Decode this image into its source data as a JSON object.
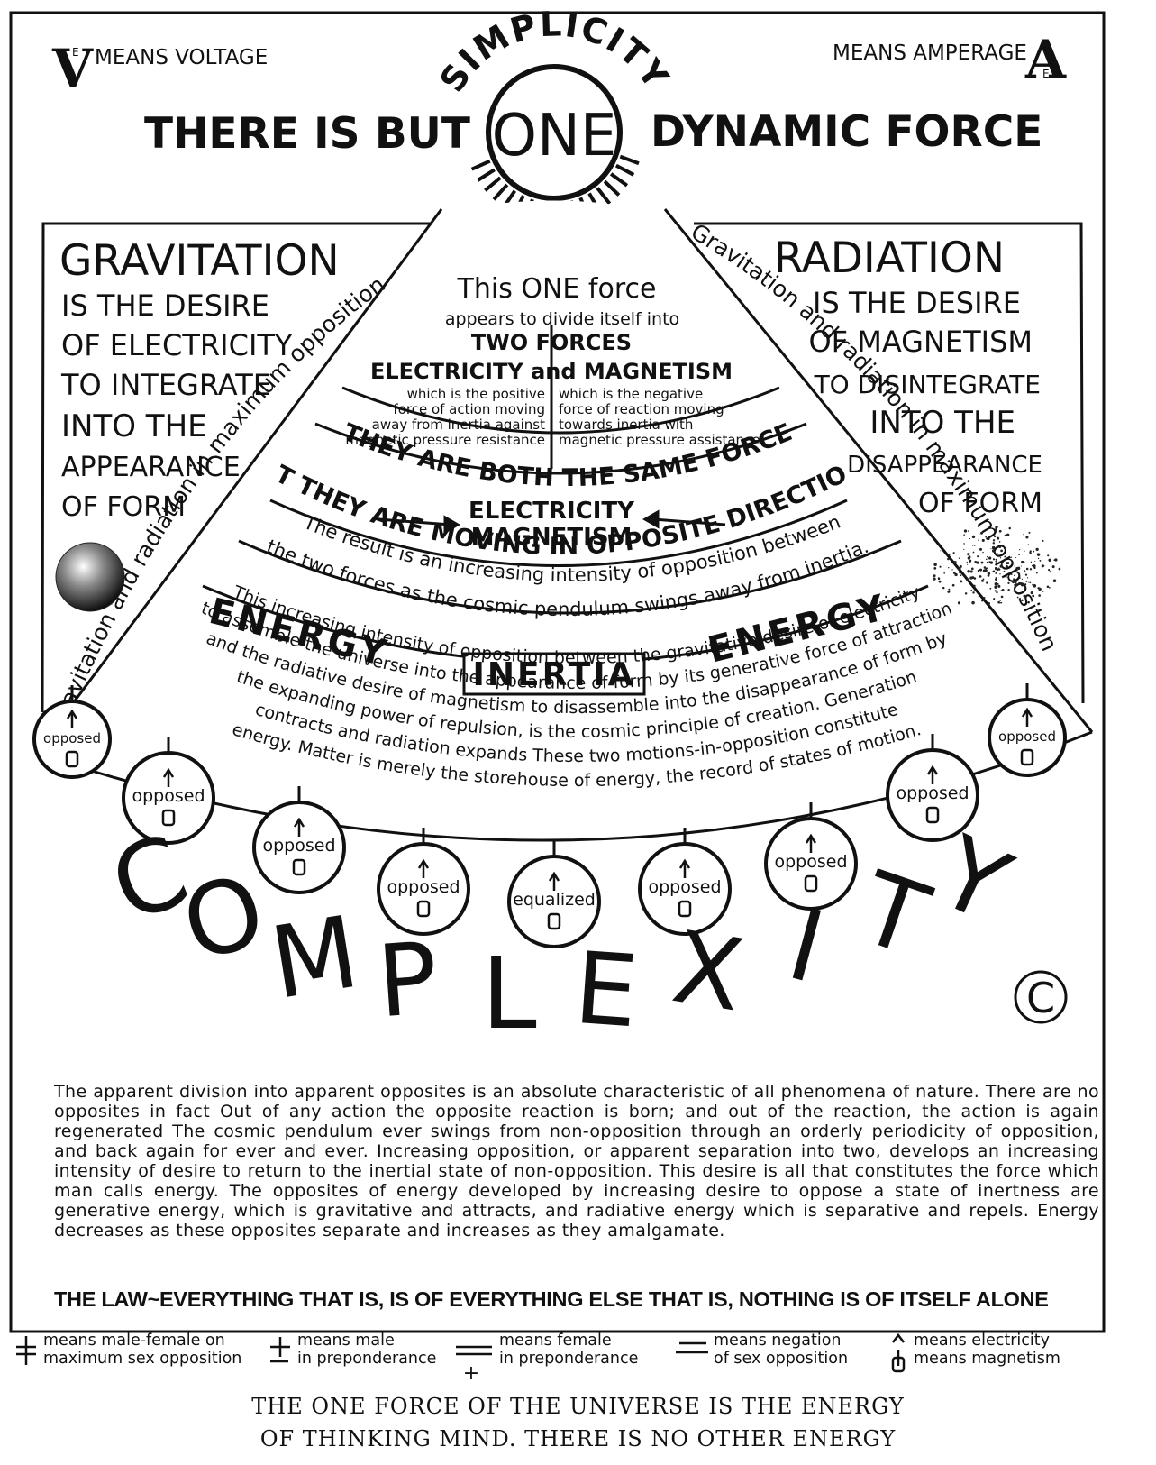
{
  "header": {
    "voltage_key": "MEANS VOLTAGE",
    "amperage_key": "MEANS AMPERAGE",
    "simplicity": "SIMPLICITY",
    "left_phrase": "THERE IS BUT",
    "one": "ONE",
    "right_phrase": "DYNAMIC FORCE"
  },
  "gravitation": {
    "title": "GRAVITATION",
    "lines": [
      "IS THE DESIRE",
      "OF ELECTRICITY",
      "TO INTEGRATE",
      "INTO THE",
      "APPEARANCE",
      "OF FORM"
    ]
  },
  "radiation": {
    "title": "RADIATION",
    "lines": [
      "IS THE DESIRE",
      "OF MAGNETISM",
      "TO DISINTEGRATE",
      "INTO THE",
      "DISAPPEARANCE",
      "OF FORM"
    ]
  },
  "fan": {
    "left_edge": "Gravitation and radiation in maximum opposition",
    "right_edge": "Gravitation and radiation in maximum opposition",
    "line1": "This ONE force",
    "line2": "appears to divide itself into",
    "line3": "TWO     FORCES",
    "line4": "ELECTRICITY and MAGNETISM",
    "left_desc": [
      "which is the positive",
      "force of action moving",
      "away from inertia against",
      "magnetic pressure resistance"
    ],
    "right_desc": [
      "which is the negative",
      "force of reaction moving",
      "towards inertia with",
      "magnetic pressure assistance"
    ],
    "same_force": "THEY ARE BOTH THE SAME FORCE",
    "electricity": "ELECTRICITY",
    "magnetism": "MAGNETISM",
    "opposite": "BUT THEY ARE MOVING IN OPPOSITE DIRECTIONS",
    "result1": "The result is an increasing intensity of opposition between",
    "result2": "the two forces as the cosmic pendulum swings away from inertia.",
    "energy_left": "ENERGY",
    "inertia": "INERTIA",
    "energy_right": "ENERGY",
    "para_lines": [
      "This increasing intensity of opposition between the gravitative desire of electricity",
      "to assemble the universe into the appearance of form by its generative force of attraction",
      "and the radiative desire of magnetism to disassemble into the disappearance of form by",
      "the expanding power of repulsion, is the cosmic principle of creation. Generation",
      "contracts and radiation expands  These two motions-in-opposition constitute",
      "energy. Matter is merely the storehouse of energy, the record of states of motion."
    ]
  },
  "pendulums": [
    "opposed",
    "opposed",
    "opposed",
    "opposed",
    "equalized",
    "opposed",
    "opposed",
    "opposed",
    "opposed"
  ],
  "complexity": "COMPLEXITY",
  "copyright": "©",
  "paragraph": "The apparent division into apparent opposites is an absolute characteristic of all phenomena of nature. There are no opposites in fact Out of any action the opposite reaction is born; and out of the reaction, the action is again regenerated The cosmic pendulum ever swings from non-opposition through an orderly periodicity of opposition, and back again for ever and ever. Increasing opposition, or apparent separation into two, develops an increasing intensity of desire to return to the inertial state of non-opposition. This desire is all that constitutes the force which man calls energy. The opposites of energy developed by increasing desire to oppose a state of inertness are generative energy, which is gravitative and attracts, and radiative energy which is separative and repels. Energy decreases as these opposites separate and increases as they amalgamate.",
  "law": "THE LAW~EVERYTHING THAT IS, IS OF EVERYTHING ELSE THAT IS, NOTHING IS OF ITSELF ALONE",
  "legend": [
    {
      "line1": "means male-female on",
      "line2": "maximum sex opposition"
    },
    {
      "line1": "means male",
      "line2": "in preponderance"
    },
    {
      "line1": "means female",
      "line2": "in preponderance"
    },
    {
      "line1": "means negation",
      "line2": "of sex opposition"
    },
    {
      "line1": "means electricity",
      "line2": "means magnetism"
    }
  ],
  "caption": {
    "line1": "THE ONE FORCE OF THE UNIVERSE IS THE ENERGY",
    "line2": "OF THINKING MIND. THERE IS NO OTHER ENERGY"
  }
}
